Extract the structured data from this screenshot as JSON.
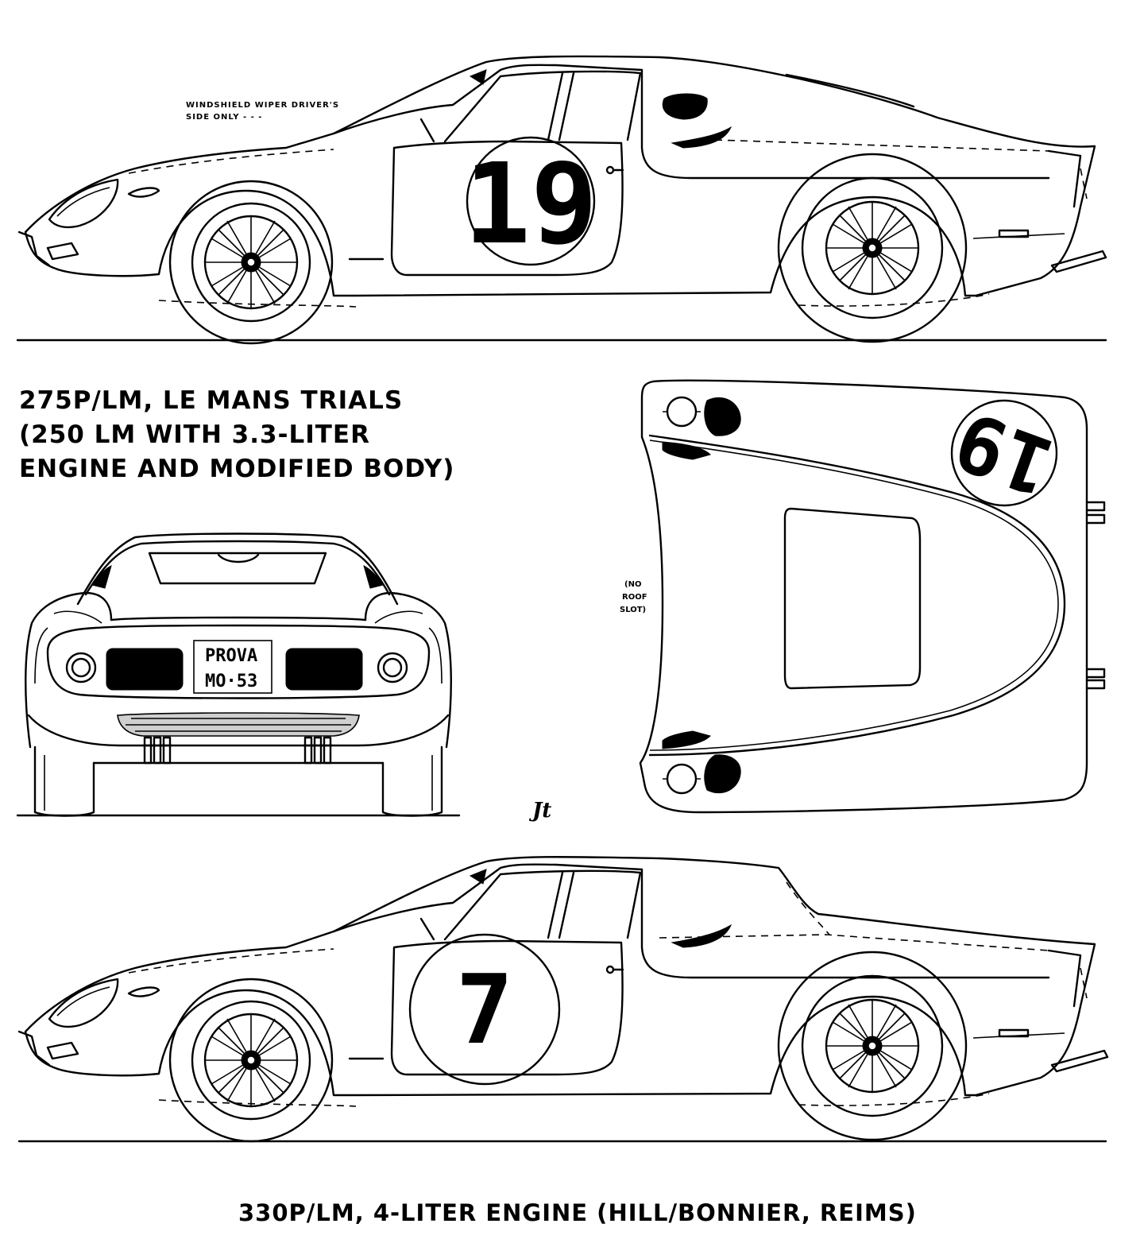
{
  "caption_top": {
    "line1": "275P/LM, LE MANS TRIALS",
    "line2": "(250 LM WITH 3.3-LITER",
    "line3": "ENGINE AND MODIFIED BODY)"
  },
  "caption_bottom": "330P/LM, 4-LITER ENGINE (HILL/BONNIER, REIMS)",
  "wiper_note": {
    "line1": "WINDSHIELD WIPER DRIVER'S",
    "line2": "SIDE ONLY - - -"
  },
  "roof_note": {
    "line1": "(NO",
    "line2": "ROOF",
    "line3": "SLOT)"
  },
  "race_numbers": {
    "top_side": "19",
    "top_view": "19",
    "bottom_side": "7"
  },
  "plate": {
    "line1": "PROVA",
    "line2": "MO·53"
  },
  "signature": "Jt"
}
